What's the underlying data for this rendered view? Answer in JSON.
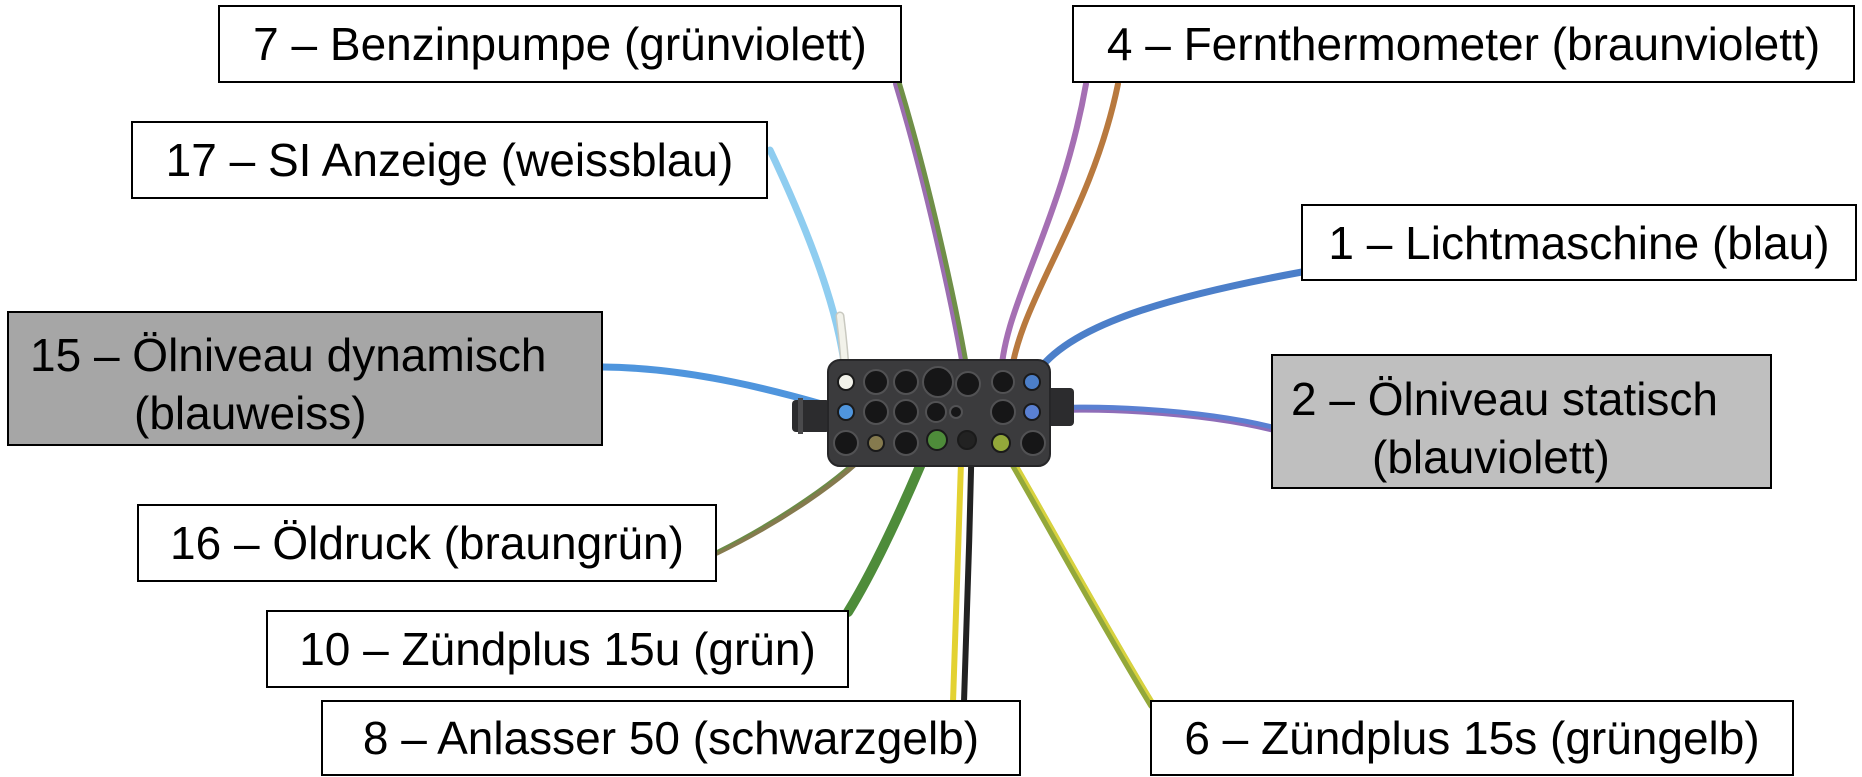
{
  "labels": [
    {
      "lines": [
        "7 – Benzinpumpe (grünviolett)"
      ],
      "fill": "#ffffff",
      "wire_colors": [
        "#6f8f48",
        "#9b6db0"
      ]
    },
    {
      "lines": [
        "4 – Fernthermometer (braunviolett)"
      ],
      "fill": "#ffffff",
      "wire_colors": [
        "#a56fb3",
        "#b8793e"
      ]
    },
    {
      "lines": [
        "17 – SI Anzeige (weissblau)"
      ],
      "fill": "#ffffff",
      "wire_colors": [
        "#8fcdf0",
        "#f2f2ea"
      ]
    },
    {
      "lines": [
        "1 – Lichtmaschine (blau)"
      ],
      "fill": "#ffffff",
      "wire_colors": [
        "#4c7fc9"
      ]
    },
    {
      "lines": [
        "15 – Ölniveau dynamisch",
        "(blauweiss)"
      ],
      "fill": "#a6a6a6",
      "wire_colors": [
        "#4f95dd"
      ]
    },
    {
      "lines": [
        "2 – Ölniveau statisch",
        "(blauviolett)"
      ],
      "fill": "#bfbfbf",
      "wire_colors": [
        "#5a80d2",
        "#8e6db8"
      ]
    },
    {
      "lines": [
        "16 – Öldruck (braungrün)"
      ],
      "fill": "#ffffff",
      "wire_colors": [
        "#857a4e",
        "#6b8b46"
      ]
    },
    {
      "lines": [
        "10 – Zündplus 15u (grün)"
      ],
      "fill": "#ffffff",
      "wire_colors": [
        "#4e8c3a"
      ]
    },
    {
      "lines": [
        "8 – Anlasser 50 (schwarzgelb)"
      ],
      "fill": "#ffffff",
      "wire_colors": [
        "#e3d232",
        "#222222"
      ]
    },
    {
      "lines": [
        "6 – Zündplus 15s (grüngelb)"
      ],
      "fill": "#ffffff",
      "wire_colors": [
        "#93a83a",
        "#d8d23e"
      ]
    }
  ],
  "connector": {
    "body_color": "#3b3b3d",
    "tab_color": "#2c2c2e",
    "hole_color": "#161617"
  }
}
